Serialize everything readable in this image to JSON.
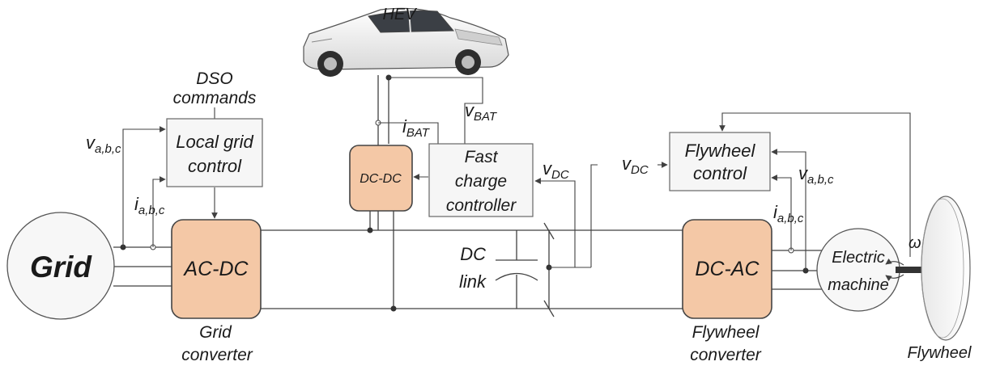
{
  "labels": {
    "hev": "HEV",
    "dso_line1": "DSO",
    "dso_line2": "commands",
    "grid": "Grid",
    "local_ctrl_line1": "Local grid",
    "local_ctrl_line2": "control",
    "acdc": "AC-DC",
    "grid_conv_line1": "Grid",
    "grid_conv_line2": "converter",
    "dcdc": "DC-DC",
    "fast_line1": "Fast",
    "fast_line2": "charge",
    "fast_line3": "controller",
    "dc_link_line1": "DC",
    "dc_link_line2": "link",
    "dcac": "DC-AC",
    "fw_conv_line1": "Flywheel",
    "fw_conv_line2": "converter",
    "fw_ctrl_line1": "Flywheel",
    "fw_ctrl_line2": "control",
    "machine_line1": "Electric",
    "machine_line2": "machine",
    "flywheel": "Flywheel",
    "omega": "ω"
  },
  "signals": {
    "v": "v",
    "i": "i",
    "abc": "a,b,c",
    "bat": "BAT",
    "dc": "DC"
  },
  "colors": {
    "converter_fill": "#f4c8a6",
    "controller_fill": "#f6f6f6",
    "wire": "#404040"
  }
}
